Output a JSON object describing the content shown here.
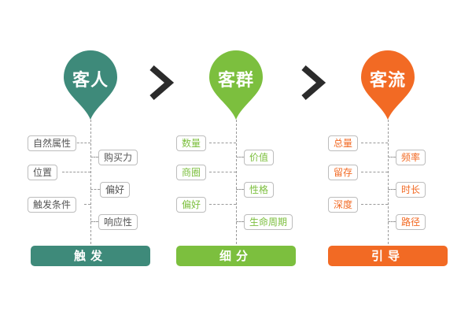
{
  "colors": {
    "teal": "#3e8a7a",
    "green": "#7cbf3e",
    "orange": "#f26a24",
    "tag_text": "#555555",
    "arrow": "#2b2b2b"
  },
  "columns": [
    {
      "title": "客人",
      "footer": "触发",
      "left_tags": [
        "自然属性",
        "位置",
        "触发条件"
      ],
      "right_tags": [
        "购买力",
        "偏好",
        "响应性"
      ]
    },
    {
      "title": "客群",
      "footer": "细分",
      "left_tags": [
        "数量",
        "商圈",
        "偏好"
      ],
      "right_tags": [
        "价值",
        "性格",
        "生命周期"
      ]
    },
    {
      "title": "客流",
      "footer": "引导",
      "left_tags": [
        "总量",
        "留存",
        "深度"
      ],
      "right_tags": [
        "频率",
        "时长",
        "路径"
      ]
    }
  ]
}
